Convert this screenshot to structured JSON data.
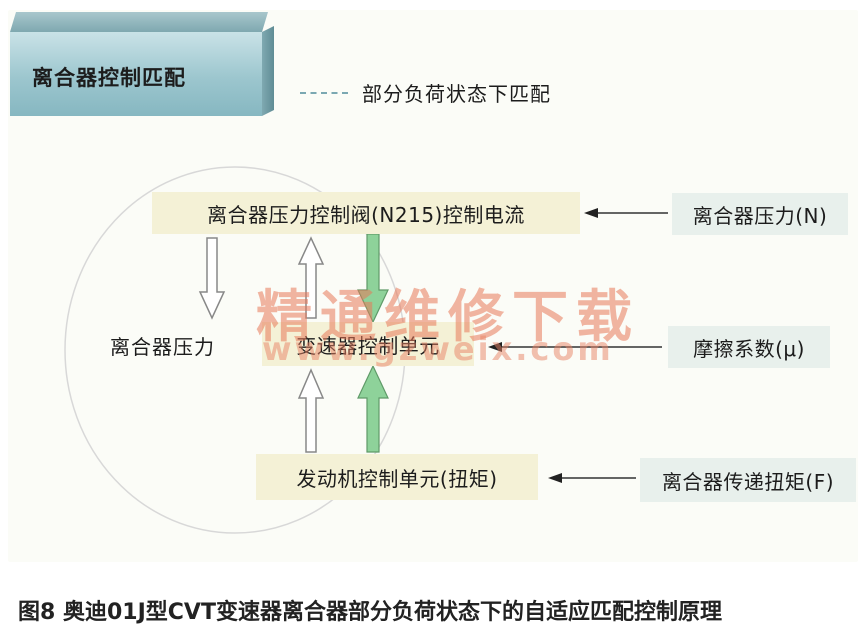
{
  "header": {
    "title": "离合器控制匹配",
    "legend_label": "部分负荷状态下匹配"
  },
  "nodes": {
    "valve_current": "离合器压力控制阀(N215)控制电流",
    "clutch_pressure": "离合器压力",
    "tcu": "变速器控制单元",
    "ecu_torque": "发动机控制单元(扭矩)"
  },
  "inputs": {
    "clutch_pressure_n": "离合器压力(N)",
    "friction_coef": "摩擦系数(μ)",
    "clutch_torque_f": "离合器传递扭矩(F)"
  },
  "watermark": {
    "text": "精通维修下载",
    "url": "www.gzweix.com"
  },
  "caption": "图8 奥迪01J型CVT变速器离合器部分负荷状态下的自适应匹配控制原理",
  "colors": {
    "title_block": "#9cc6ce",
    "node_fill": "#f4f1d6",
    "input_fill": "#e8f0ec",
    "green_arrow": "#8ed29a",
    "dashed_line": "#7aa8b2"
  }
}
